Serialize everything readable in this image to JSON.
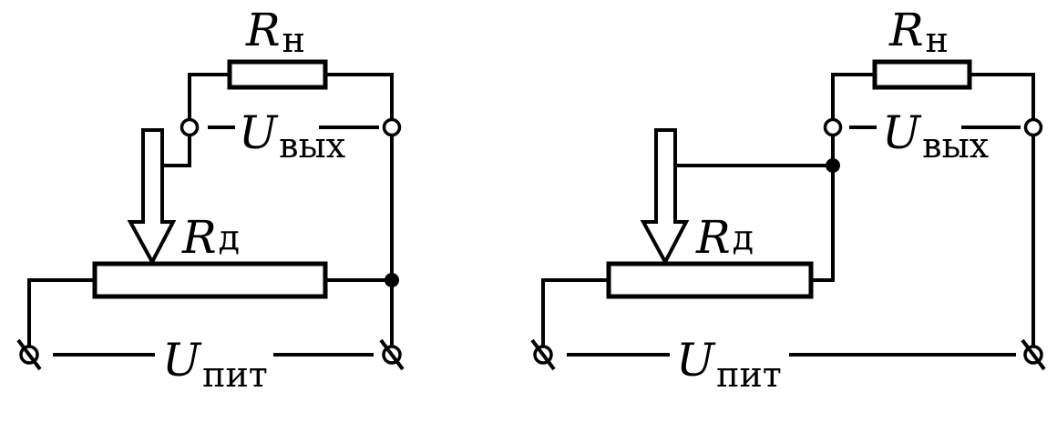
{
  "circuits": [
    {
      "load_resistor": {
        "symbol": "R",
        "subscript": "н"
      },
      "divider_resistor": {
        "symbol": "R",
        "subscript": "д"
      },
      "output_voltage": {
        "symbol": "U",
        "subscript": "вых"
      },
      "supply_voltage": {
        "symbol": "U",
        "subscript": "пит"
      }
    },
    {
      "load_resistor": {
        "symbol": "R",
        "subscript": "н"
      },
      "divider_resistor": {
        "symbol": "R",
        "subscript": "д"
      },
      "output_voltage": {
        "symbol": "U",
        "subscript": "вых"
      },
      "supply_voltage": {
        "symbol": "U",
        "subscript": "пит"
      }
    }
  ]
}
